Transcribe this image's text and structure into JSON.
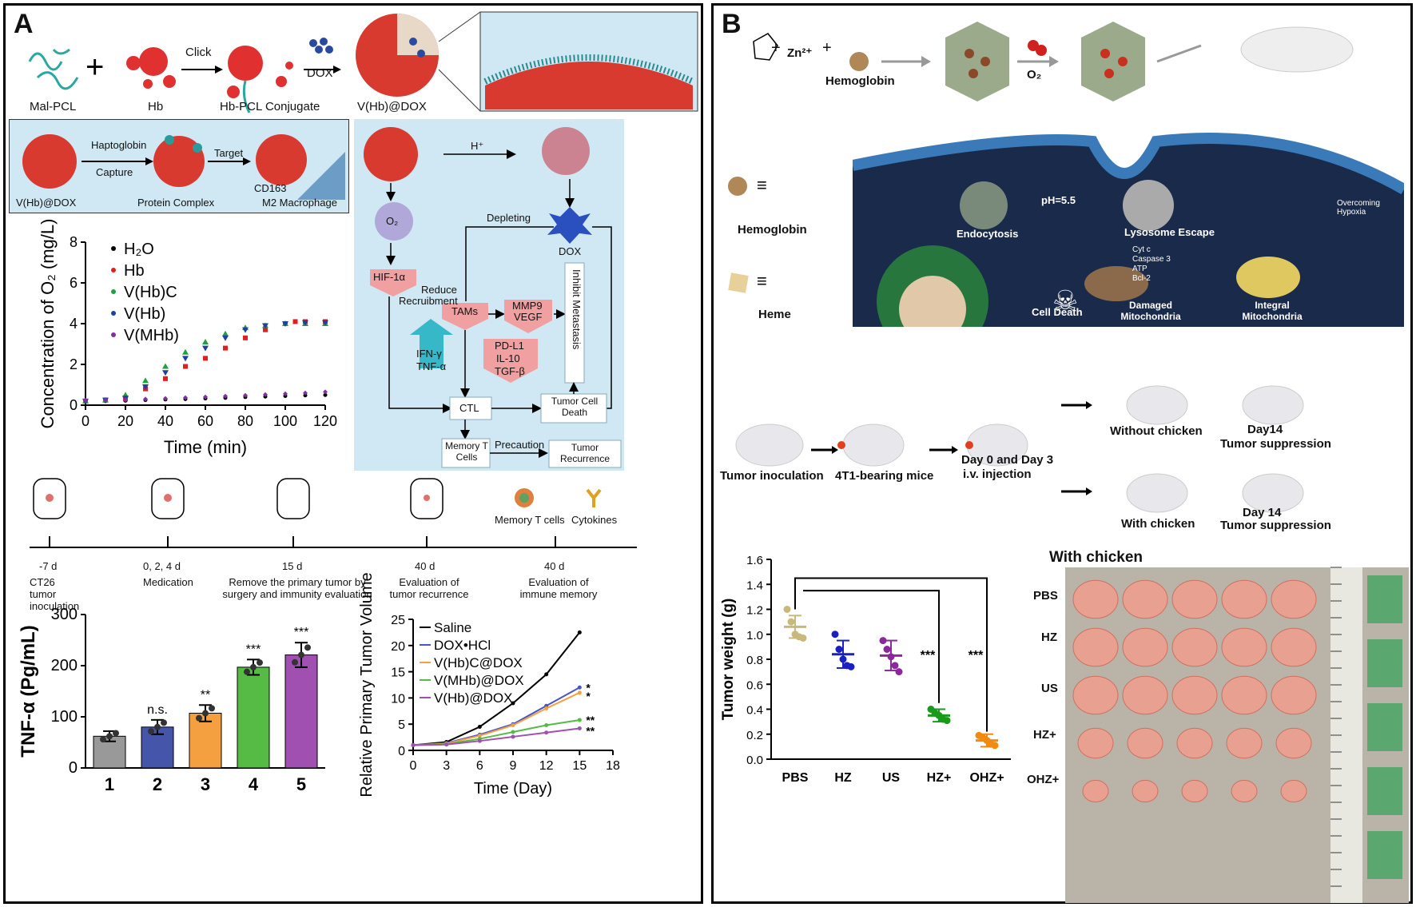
{
  "panelA": {
    "label": "A",
    "scheme": {
      "mal_pcl": "Mal-PCL",
      "hb": "Hb",
      "click": "Click",
      "conjugate": "Hb-PCL Conjugate",
      "dox": "DOX",
      "vhb_dox": "V(Hb)@DOX",
      "haptoglobin": "Haptoglobin",
      "capture": "Capture",
      "target": "Target",
      "vhbdox2": "V(Hb)@DOX",
      "protein_complex": "Protein Complex",
      "cd163": "CD163",
      "m2": "M2 Macrophage"
    },
    "pathway": {
      "h": "H⁺",
      "o2": "O₂",
      "depleting": "Depleting",
      "dox": "DOX",
      "hif": "HIF-1α",
      "reduce": "Reduce",
      "recruitment": "Recruibment",
      "tams": "TAMs",
      "mmp9": "MMP9",
      "vegf": "VEGF",
      "ifn": "IFN-γ",
      "tnf": "TNF-α",
      "pdl1": "PD-L1",
      "il10": "IL-10",
      "tgf": "TGF-β",
      "inhibit": "Inhibit Metastasis",
      "ctl": "CTL",
      "tumor_cell_death": "Tumor Cell Death",
      "memory": "Memory T Cells",
      "precaution": "Precaution",
      "recurrence": "Tumor Recurrence"
    },
    "timeline": {
      "legend_memory": "Memory T cells",
      "legend_cytokines": "Cytokines",
      "points": [
        {
          "day": "-7 d",
          "desc": "CT26 tumor inoculation"
        },
        {
          "day": "0, 2, 4 d",
          "desc": "Medication"
        },
        {
          "day": "15 d",
          "desc": "Remove the primary tumor by surgery and immunity evaluation"
        },
        {
          "day": "40 d",
          "desc": "Evaluation of tumor recurrence"
        },
        {
          "day": "40 d",
          "desc": "Evaluation of immune memory"
        }
      ]
    }
  },
  "panelB": {
    "label": "B",
    "scheme": {
      "plus1": "+",
      "zn": "Zn²⁺",
      "plus2": "+",
      "hemoglobin_top": "Hemoglobin",
      "o2": "O₂",
      "hemoglobin": "Hemoglobin",
      "heme": "Heme",
      "eq": "≡",
      "endocytosis": "Endocytosis",
      "ph": "pH=5.5",
      "lysosome": "Lysosome Escape",
      "overcoming": "Overcoming Hypoxia",
      "cytc": "Cyt c",
      "caspase": "Caspase 3",
      "atp": "ATP",
      "bcl": "Bcl-2",
      "cell_death": "Cell Death",
      "damaged": "Damaged Mitochondria",
      "integral": "Integral Mitochondria"
    },
    "workflow": {
      "inoculation": "Tumor inoculation",
      "bearing": "4T1-bearing mice",
      "injection1": "Day 0 and Day 3",
      "injection2": "i.v. injection",
      "without": "Without chicken",
      "day14a": "Day14",
      "supp_a": "Tumor suppression",
      "with": "With chicken",
      "day14b": "Day 14",
      "supp_b": "Tumor suppression"
    },
    "photo": {
      "title": "With chicken",
      "rows": [
        "PBS",
        "HZ",
        "US",
        "HZ+",
        "OHZ+"
      ]
    }
  },
  "chart_data": [
    {
      "type": "scatter",
      "id": "o2",
      "xlabel": "Time (min)",
      "ylabel": "Concentration of O₂ (mg/L)",
      "xlim": [
        0,
        120
      ],
      "ylim": [
        0,
        8
      ],
      "xticks": [
        0,
        20,
        40,
        60,
        80,
        100,
        120
      ],
      "yticks": [
        0,
        2,
        4,
        6,
        8
      ],
      "series": [
        {
          "name": "H₂O",
          "color": "#000000",
          "marker": "circle",
          "x": [
            0,
            10,
            20,
            30,
            40,
            50,
            60,
            70,
            80,
            90,
            100,
            110,
            120
          ],
          "y": [
            0.2,
            0.2,
            0.22,
            0.25,
            0.28,
            0.3,
            0.33,
            0.36,
            0.4,
            0.42,
            0.45,
            0.48,
            0.5
          ]
        },
        {
          "name": "Hb",
          "color": "#e02020",
          "marker": "square",
          "x": [
            0,
            10,
            20,
            30,
            40,
            50,
            60,
            70,
            80,
            90,
            100,
            105,
            110,
            120
          ],
          "y": [
            0.2,
            0.25,
            0.3,
            0.8,
            1.3,
            1.9,
            2.3,
            2.8,
            3.3,
            3.7,
            4.0,
            4.1,
            4.1,
            4.1
          ]
        },
        {
          "name": "V(Hb)C",
          "color": "#22a040",
          "marker": "triangle",
          "x": [
            0,
            10,
            20,
            30,
            40,
            50,
            60,
            70,
            80,
            90,
            100,
            110,
            120
          ],
          "y": [
            0.2,
            0.25,
            0.5,
            1.2,
            1.9,
            2.6,
            3.1,
            3.5,
            3.8,
            3.9,
            4.0,
            4.0,
            4.0
          ]
        },
        {
          "name": "V(Hb)",
          "color": "#2040a0",
          "marker": "triangle-down",
          "x": [
            0,
            10,
            20,
            30,
            40,
            50,
            60,
            70,
            80,
            90,
            100,
            110,
            120
          ],
          "y": [
            0.2,
            0.25,
            0.35,
            0.9,
            1.6,
            2.3,
            2.8,
            3.3,
            3.7,
            3.9,
            4.0,
            4.05,
            4.05
          ]
        },
        {
          "name": "V(MHb)",
          "color": "#8030a0",
          "marker": "diamond",
          "x": [
            0,
            10,
            20,
            30,
            40,
            50,
            60,
            70,
            80,
            90,
            100,
            110,
            120
          ],
          "y": [
            0.25,
            0.25,
            0.27,
            0.3,
            0.33,
            0.37,
            0.4,
            0.44,
            0.48,
            0.52,
            0.56,
            0.6,
            0.65
          ]
        }
      ]
    },
    {
      "type": "bar",
      "id": "tnf",
      "ylabel": "TNF-α (Pg/mL)",
      "ylim": [
        0,
        300
      ],
      "yticks": [
        0,
        100,
        200,
        300
      ],
      "categories": [
        "1",
        "2",
        "3",
        "4",
        "5"
      ],
      "values": [
        62,
        80,
        107,
        197,
        221
      ],
      "errors": [
        10,
        14,
        16,
        15,
        24
      ],
      "colors": [
        "#999999",
        "#4455aa",
        "#f5a040",
        "#55bb44",
        "#a050b0"
      ],
      "annotations": [
        "",
        "n.s.",
        "**",
        "***",
        "***"
      ]
    },
    {
      "type": "line",
      "id": "volume",
      "xlabel": "Time (Day)",
      "ylabel": "Relative Primary Tumor Volume",
      "xlim": [
        0,
        18
      ],
      "ylim": [
        0,
        25
      ],
      "xticks": [
        0,
        3,
        6,
        9,
        12,
        15,
        18
      ],
      "yticks": [
        0,
        5,
        10,
        15,
        20,
        25
      ],
      "x": [
        0,
        3,
        6,
        9,
        12,
        15
      ],
      "series": [
        {
          "name": "Saline",
          "color": "#000000",
          "values": [
            1,
            1.6,
            4.5,
            9,
            14.5,
            22.5
          ]
        },
        {
          "name": "DOX•HCl",
          "color": "#4455cc",
          "values": [
            1,
            1.4,
            3,
            5,
            8.5,
            12
          ]
        },
        {
          "name": "V(Hb)C@DOX",
          "color": "#f5a040",
          "values": [
            1,
            1.3,
            2.8,
            4.8,
            8,
            11
          ]
        },
        {
          "name": "V(MHb)@DOX",
          "color": "#55bb44",
          "values": [
            1,
            1.2,
            2.2,
            3.5,
            4.8,
            5.8
          ]
        },
        {
          "name": "V(Hb)@DOX",
          "color": "#a050b0",
          "values": [
            1,
            1.1,
            1.8,
            2.6,
            3.4,
            4.2
          ]
        }
      ],
      "annotations": [
        "*",
        "*",
        "**",
        "**"
      ]
    },
    {
      "type": "scatter",
      "id": "weight",
      "ylabel": "Tumor weight (g)",
      "ylim": [
        0,
        1.6
      ],
      "yticks": [
        0,
        0.2,
        0.4,
        0.6,
        0.8,
        1.0,
        1.2,
        1.4,
        1.6
      ],
      "categories": [
        "PBS",
        "HZ",
        "US",
        "HZ+",
        "OHZ+"
      ],
      "means": [
        1.06,
        0.84,
        0.83,
        0.35,
        0.15
      ],
      "errors": [
        0.09,
        0.11,
        0.12,
        0.05,
        0.05
      ],
      "colors": [
        "#c8b87a",
        "#1a20c0",
        "#8a2a9a",
        "#1a9a1a",
        "#f08a10"
      ],
      "points": [
        [
          1.2,
          1.1,
          1.0,
          0.98,
          0.97
        ],
        [
          1.0,
          0.88,
          0.8,
          0.75,
          0.74
        ],
        [
          0.95,
          0.88,
          0.82,
          0.75,
          0.7
        ],
        [
          0.4,
          0.37,
          0.35,
          0.32,
          0.31
        ],
        [
          0.19,
          0.17,
          0.15,
          0.12,
          0.11
        ]
      ],
      "annotations": [
        "",
        "",
        "",
        "***",
        "***"
      ]
    }
  ]
}
